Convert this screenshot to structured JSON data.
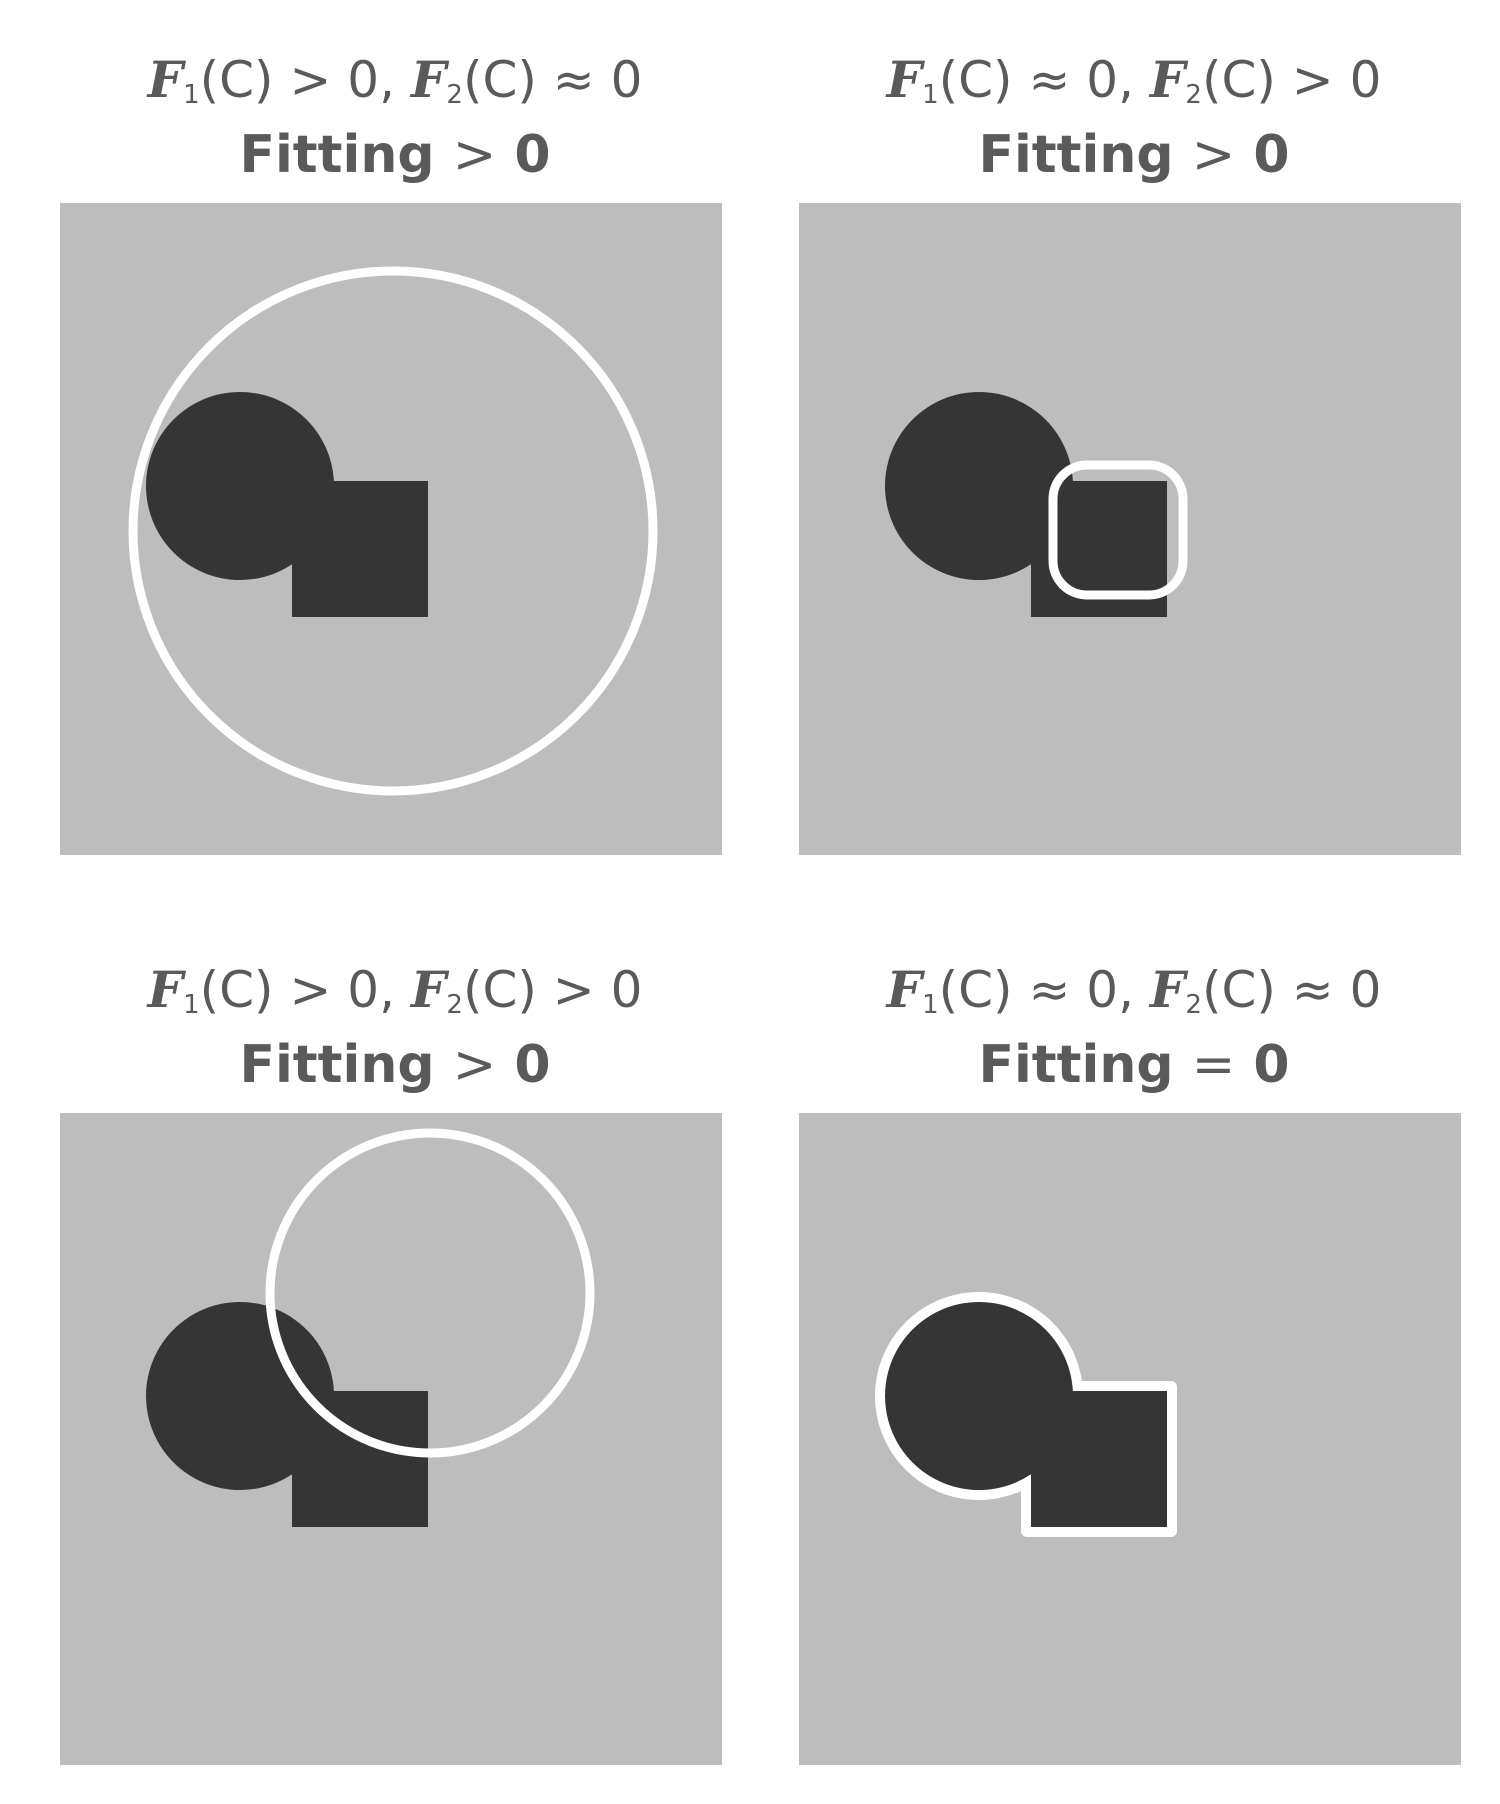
{
  "panels": [
    {
      "id": "top-left",
      "line1": {
        "f1": "F",
        "f1_sub": "1",
        "f1_arg": "(C)",
        "f1_rel": ">",
        "f1_val": "0,",
        "f2": "F",
        "f2_sub": "2",
        "f2_arg": "(C)",
        "f2_rel": "≈",
        "f2_val": "0"
      },
      "line2": {
        "label": "Fitting",
        "rel": ">",
        "val": "0"
      },
      "curve": {
        "shape": "circle",
        "description_shape": "large-circle-outside"
      }
    },
    {
      "id": "top-right",
      "line1": {
        "f1": "F",
        "f1_sub": "1",
        "f1_arg": "(C)",
        "f1_rel": "≈",
        "f1_val": "0,",
        "f2": "F",
        "f2_sub": "2",
        "f2_arg": "(C)",
        "f2_rel": ">",
        "f2_val": "0"
      },
      "line2": {
        "label": "Fitting",
        "rel": ">",
        "val": "0"
      },
      "curve": {
        "shape": "small-rounded-square"
      }
    },
    {
      "id": "bottom-left",
      "line1": {
        "f1": "F",
        "f1_sub": "1",
        "f1_arg": "(C)",
        "f1_rel": ">",
        "f1_val": "0,",
        "f2": "F",
        "f2_sub": "2",
        "f2_arg": "(C)",
        "f2_rel": ">",
        "f2_val": "0"
      },
      "line2": {
        "label": "Fitting",
        "rel": ">",
        "val": "0"
      },
      "curve": {
        "shape": "offset-circle"
      }
    },
    {
      "id": "bottom-right",
      "line1": {
        "f1": "F",
        "f1_sub": "1",
        "f1_arg": "(C)",
        "f1_rel": "≈",
        "f1_val": "0,",
        "f2": "F",
        "f2_sub": "2",
        "f2_arg": "(C)",
        "f2_rel": "≈",
        "f2_val": "0"
      },
      "line2": {
        "label": "Fitting",
        "rel": "=",
        "val": "0"
      },
      "curve": {
        "shape": "object-boundary"
      }
    }
  ],
  "colors": {
    "background": "#bdbdbd",
    "object": "#353535",
    "curve": "#ffffff",
    "title": "#5a5a5a"
  }
}
